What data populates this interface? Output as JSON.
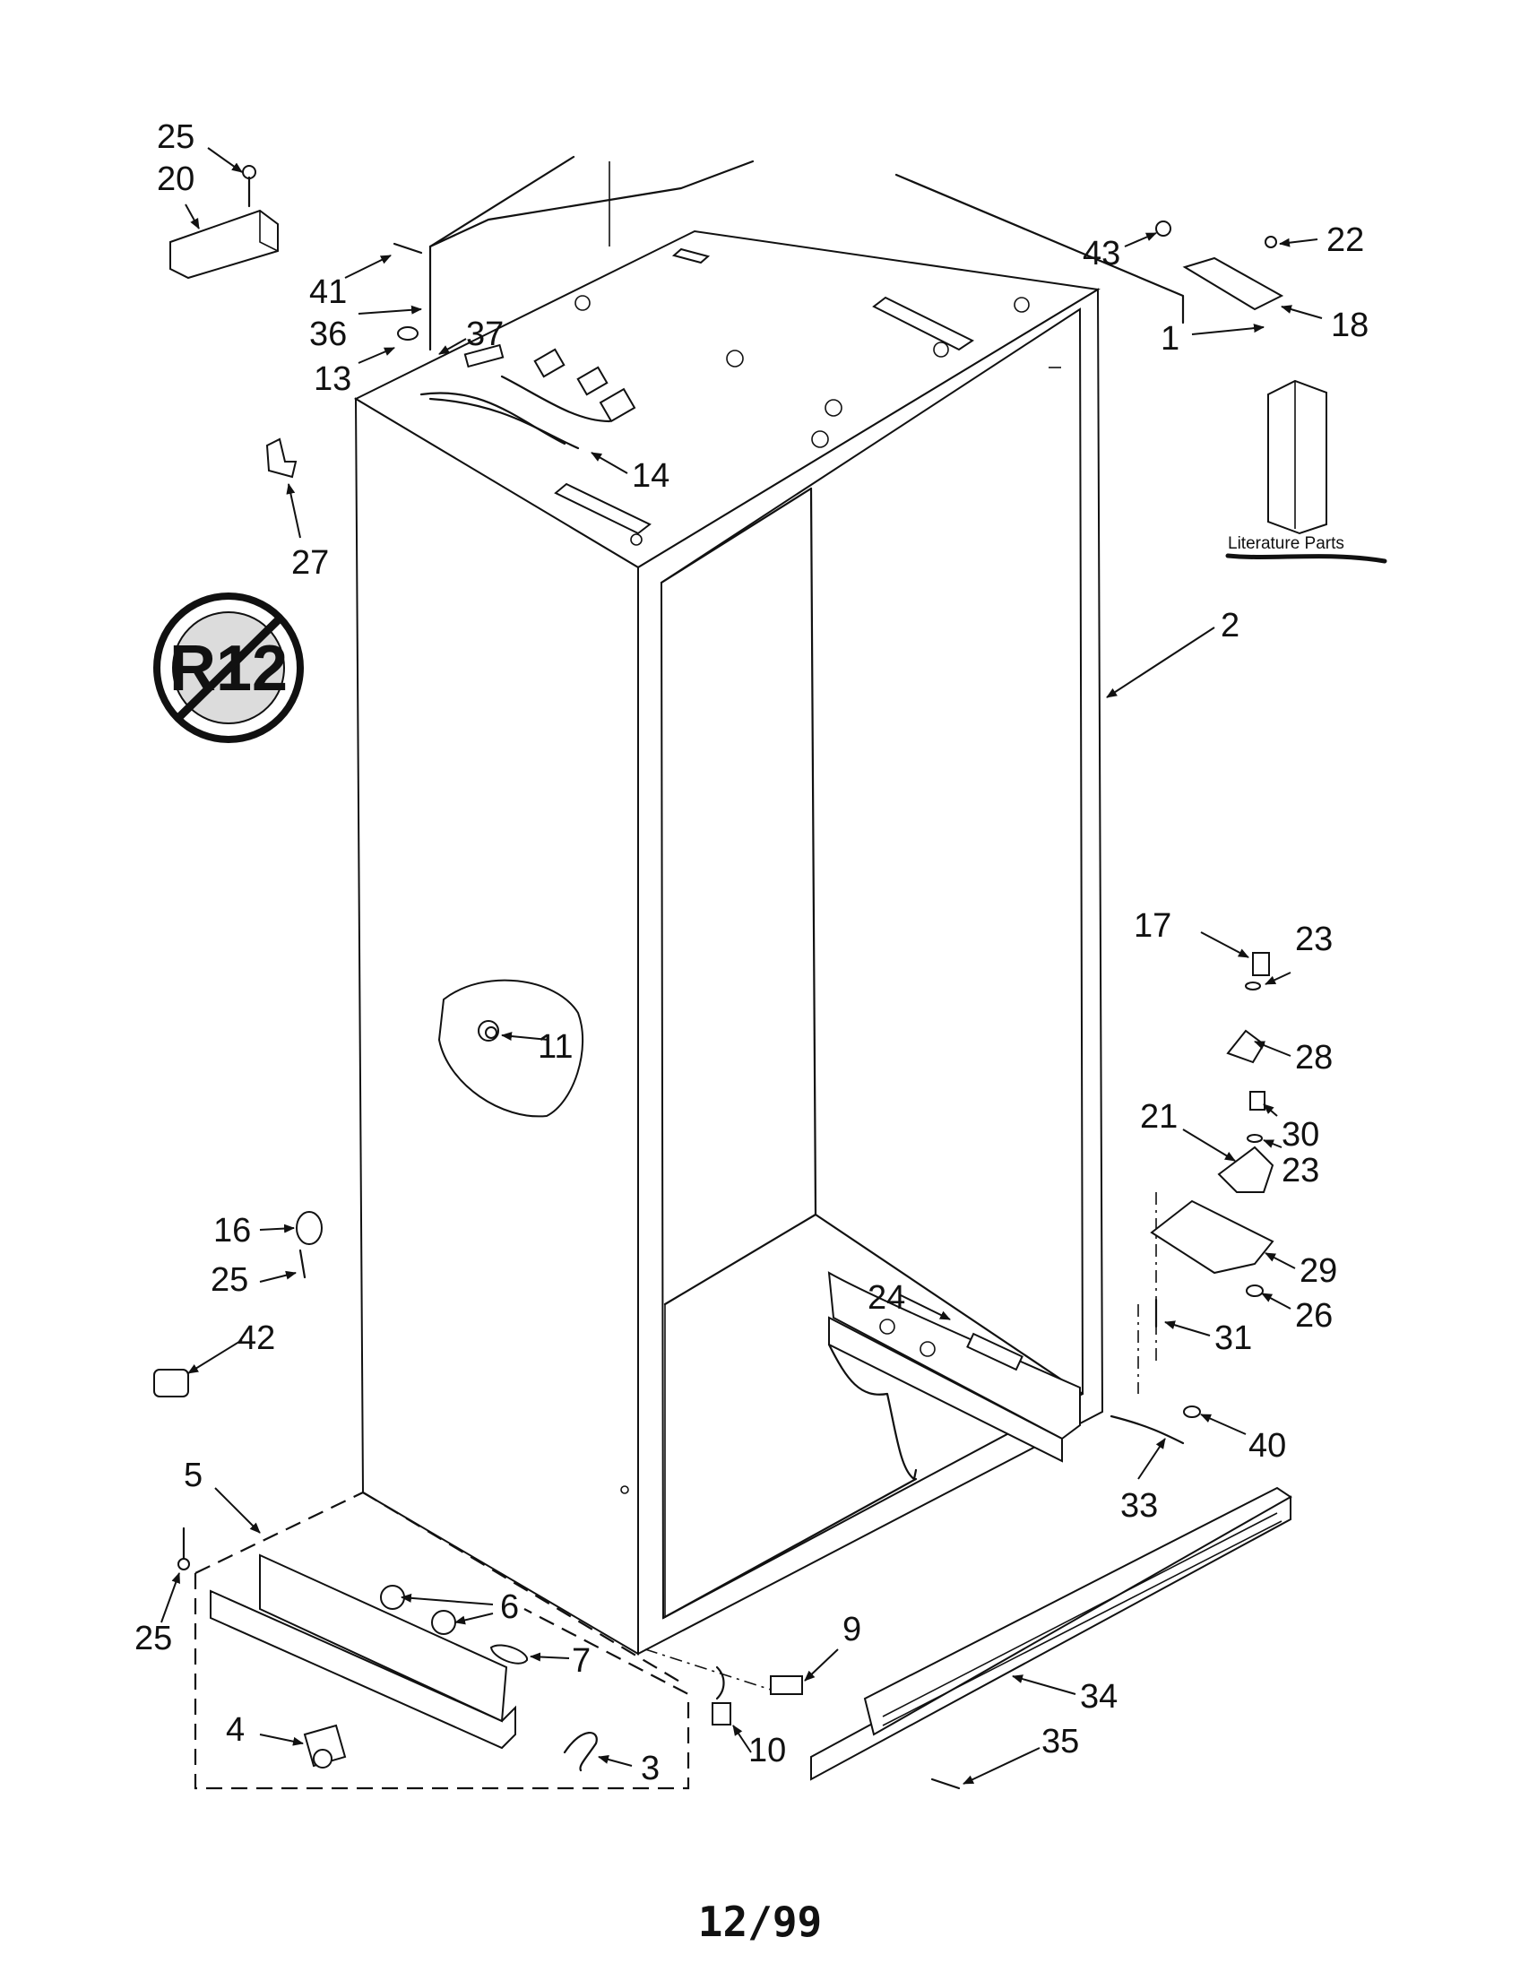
{
  "footer": {
    "date": "12/99"
  },
  "literature_label": "Literature Parts",
  "badge": {
    "text": "R12",
    "meaning": "no-R12"
  },
  "callouts": [
    "1",
    "2",
    "3",
    "4",
    "5",
    "6",
    "7",
    "9",
    "10",
    "11",
    "13",
    "14",
    "16",
    "17",
    "18",
    "20",
    "21",
    "22",
    "23",
    "24",
    "25",
    "26",
    "27",
    "28",
    "29",
    "30",
    "31",
    "33",
    "34",
    "35",
    "36",
    "37",
    "40",
    "41",
    "42",
    "43"
  ]
}
